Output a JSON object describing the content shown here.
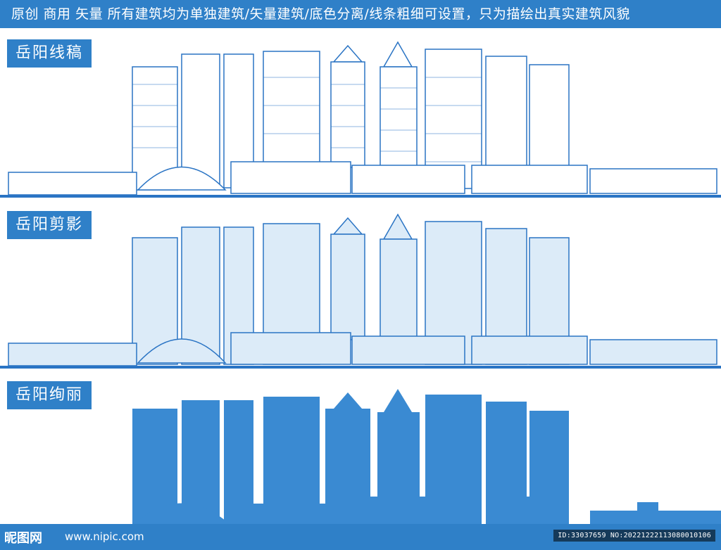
{
  "banner": {
    "text": "原创 商用 矢量 所有建筑均为单独建筑/矢量建筑/底色分离/线条粗细可设置，只为描绘出真实建筑风貌"
  },
  "sections": [
    {
      "label": "岳阳线稿",
      "style": "outline"
    },
    {
      "label": "岳阳剪影",
      "style": "silhouette-detail"
    },
    {
      "label": "岳阳绚丽",
      "style": "solid"
    }
  ],
  "footer": {
    "logo": "昵图网",
    "site": "www.nipic.com",
    "id_text": "ID:33037659 NO:20221222113080010106"
  },
  "colors": {
    "accent": "#2f80c8",
    "line": "#2a74c4",
    "solid": "#3a8ad2"
  }
}
